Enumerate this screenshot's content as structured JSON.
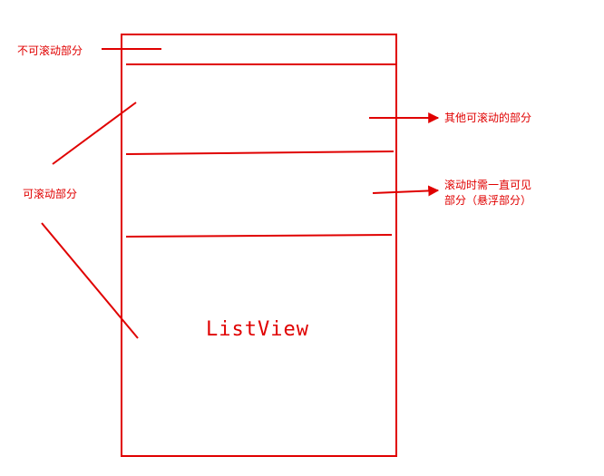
{
  "labels": {
    "non_scrollable": "不可滚动部分",
    "scrollable": "可滚动部分",
    "other_scrollable": "其他可滚动的部分",
    "sticky_line1": "滚动时需一直可见",
    "sticky_line2": "部分（悬浮部分）",
    "listview": "ListView"
  },
  "colors": {
    "stroke": "#e00000",
    "background": "#ffffff"
  }
}
